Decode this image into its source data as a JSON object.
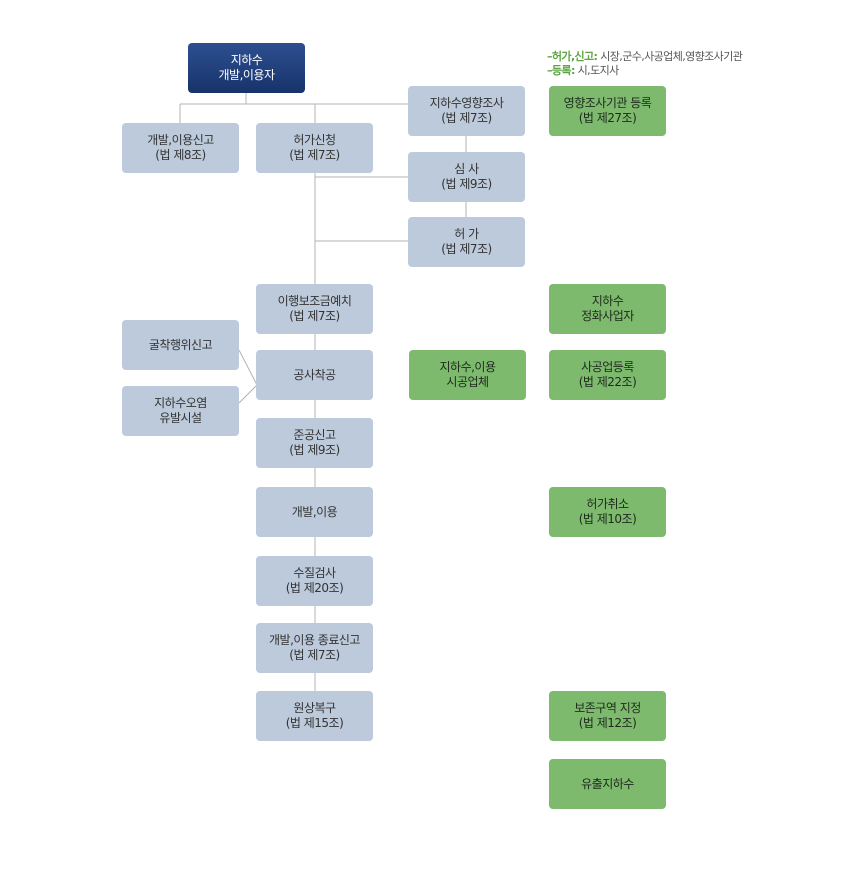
{
  "legend": {
    "permit_key": "–허가,신고:",
    "permit_value": "시장,군수,사공업체,영향조사기관",
    "register_key": "–등록:",
    "register_value": "시,도지사"
  },
  "colors": {
    "navy": "#1f3f7f",
    "gray": "#bccadb",
    "green": "#7dba6e",
    "line": "#b3b3b3"
  },
  "nodes": {
    "developer": {
      "line1": "지하수",
      "line2": "개발,이용자"
    },
    "report": {
      "line1": "개발,이용신고",
      "line2": "(법 제8조)"
    },
    "permit_apply": {
      "line1": "허가신청",
      "line2": "(법 제7조)"
    },
    "impact_survey": {
      "line1": "지하수영향조사",
      "line2": "(법 제7조)"
    },
    "review": {
      "line1": "심 사",
      "line2": "(법 제9조)"
    },
    "permit": {
      "line1": "허 가",
      "line2": "(법 제7조)"
    },
    "deposit": {
      "line1": "이행보조금예치",
      "line2": "(법 제7조)"
    },
    "excavation_report": {
      "line1": "굴착행위신고",
      "line2": ""
    },
    "construction_start": {
      "line1": "공사착공",
      "line2": ""
    },
    "pollution_facility": {
      "line1": "지하수오염",
      "line2": "유발시설"
    },
    "completion_report": {
      "line1": "준공신고",
      "line2": "(법 제9조)"
    },
    "use": {
      "line1": "개발,이용",
      "line2": ""
    },
    "quality_test": {
      "line1": "수질검사",
      "line2": "(법 제20조)"
    },
    "end_report": {
      "line1": "개발,이용 종료신고",
      "line2": "(법 제7조)"
    },
    "restoration": {
      "line1": "원상복구",
      "line2": "(법 제15조)"
    },
    "contractor": {
      "line1": "지하수,이용",
      "line2": "시공업체"
    },
    "agency_register": {
      "line1": "영향조사기관 등록",
      "line2": "(법 제27조)"
    },
    "purifier": {
      "line1": "지하수",
      "line2": "정화사업자"
    },
    "contractor_register": {
      "line1": "사공업등록",
      "line2": "(법 제22조)"
    },
    "permit_cancel": {
      "line1": "허가취소",
      "line2": "(법 제10조)"
    },
    "protection_zone": {
      "line1": "보존구역 지정",
      "line2": "(법 제12조)"
    },
    "outflow": {
      "line1": "유출지하수",
      "line2": ""
    }
  }
}
